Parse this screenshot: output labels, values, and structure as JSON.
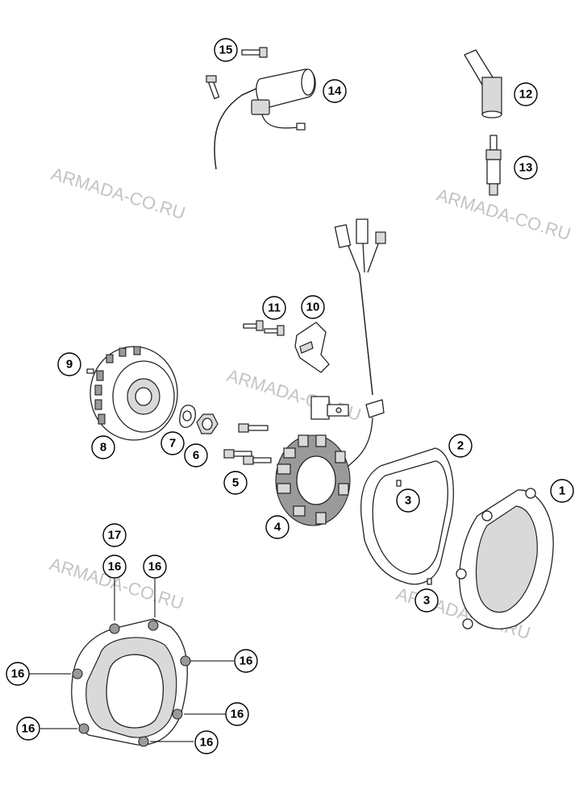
{
  "watermark": "ARMADA-CO.RU",
  "callouts": {
    "c1": "1",
    "c2": "2",
    "c3a": "3",
    "c3b": "3",
    "c4": "4",
    "c5": "5",
    "c6": "6",
    "c7": "7",
    "c8": "8",
    "c9": "9",
    "c10": "10",
    "c11": "11",
    "c12": "12",
    "c13": "13",
    "c14": "14",
    "c15": "15",
    "c16a": "16",
    "c16b": "16",
    "c16c": "16",
    "c16d": "16",
    "c16e": "16",
    "c16f": "16",
    "c16g": "16",
    "c17": "17"
  },
  "colors": {
    "line": "#222222",
    "watermark": "#b8b8b8",
    "fill_light": "#d9d9d9"
  }
}
